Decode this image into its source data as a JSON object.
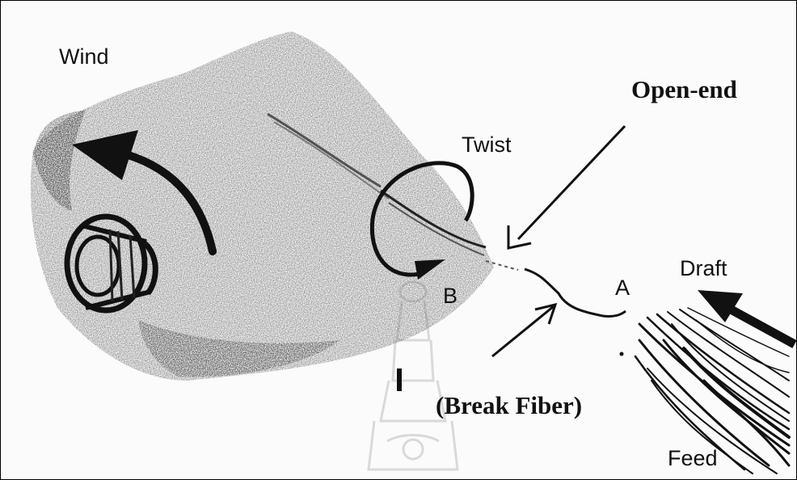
{
  "diagram": {
    "labels": {
      "wind": "Wind",
      "twist": "Twist",
      "open_end": "Open-end",
      "draft": "Draft",
      "point_b": "B",
      "point_a": "A",
      "break_fiber": "(Break Fiber)",
      "feed": "Feed"
    },
    "colors": {
      "ink": "#111111",
      "background": "#fbfbfb",
      "border": "#000000"
    }
  }
}
